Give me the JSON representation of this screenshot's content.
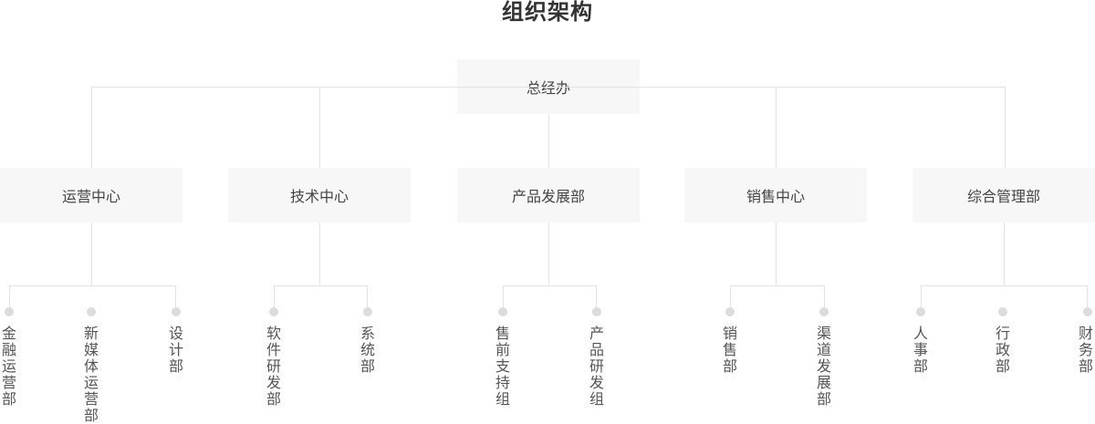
{
  "title": "组织架构",
  "root": "总经办",
  "departments": [
    {
      "name": "运营中心",
      "teams": [
        "金融运营部",
        "新媒体运营部",
        "设计部"
      ]
    },
    {
      "name": "技术中心",
      "teams": [
        "软件研发部",
        "系统部"
      ]
    },
    {
      "name": "产品发展部",
      "teams": [
        "售前支持组",
        "产品研发组"
      ]
    },
    {
      "name": "销售中心",
      "teams": [
        "销售部",
        "渠道发展部"
      ]
    },
    {
      "name": "综合管理部",
      "teams": [
        "人事部",
        "行政部",
        "财务部"
      ]
    }
  ]
}
